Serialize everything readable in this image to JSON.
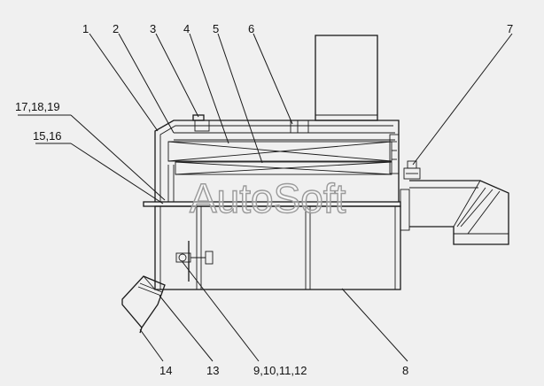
{
  "labels": [
    {
      "id": "1",
      "text": "1"
    },
    {
      "id": "2",
      "text": "2"
    },
    {
      "id": "3",
      "text": "3"
    },
    {
      "id": "4",
      "text": "4"
    },
    {
      "id": "5",
      "text": "5"
    },
    {
      "id": "6",
      "text": "6"
    },
    {
      "id": "7",
      "text": "7"
    },
    {
      "id": "17-18-19",
      "text": "17,18,19"
    },
    {
      "id": "15-16",
      "text": "15,16"
    },
    {
      "id": "14",
      "text": "14"
    },
    {
      "id": "13",
      "text": "13"
    },
    {
      "id": "9-10-11-12",
      "text": "9,10,11,12"
    },
    {
      "id": "8",
      "text": "8"
    }
  ],
  "watermark": "AutoSoft"
}
